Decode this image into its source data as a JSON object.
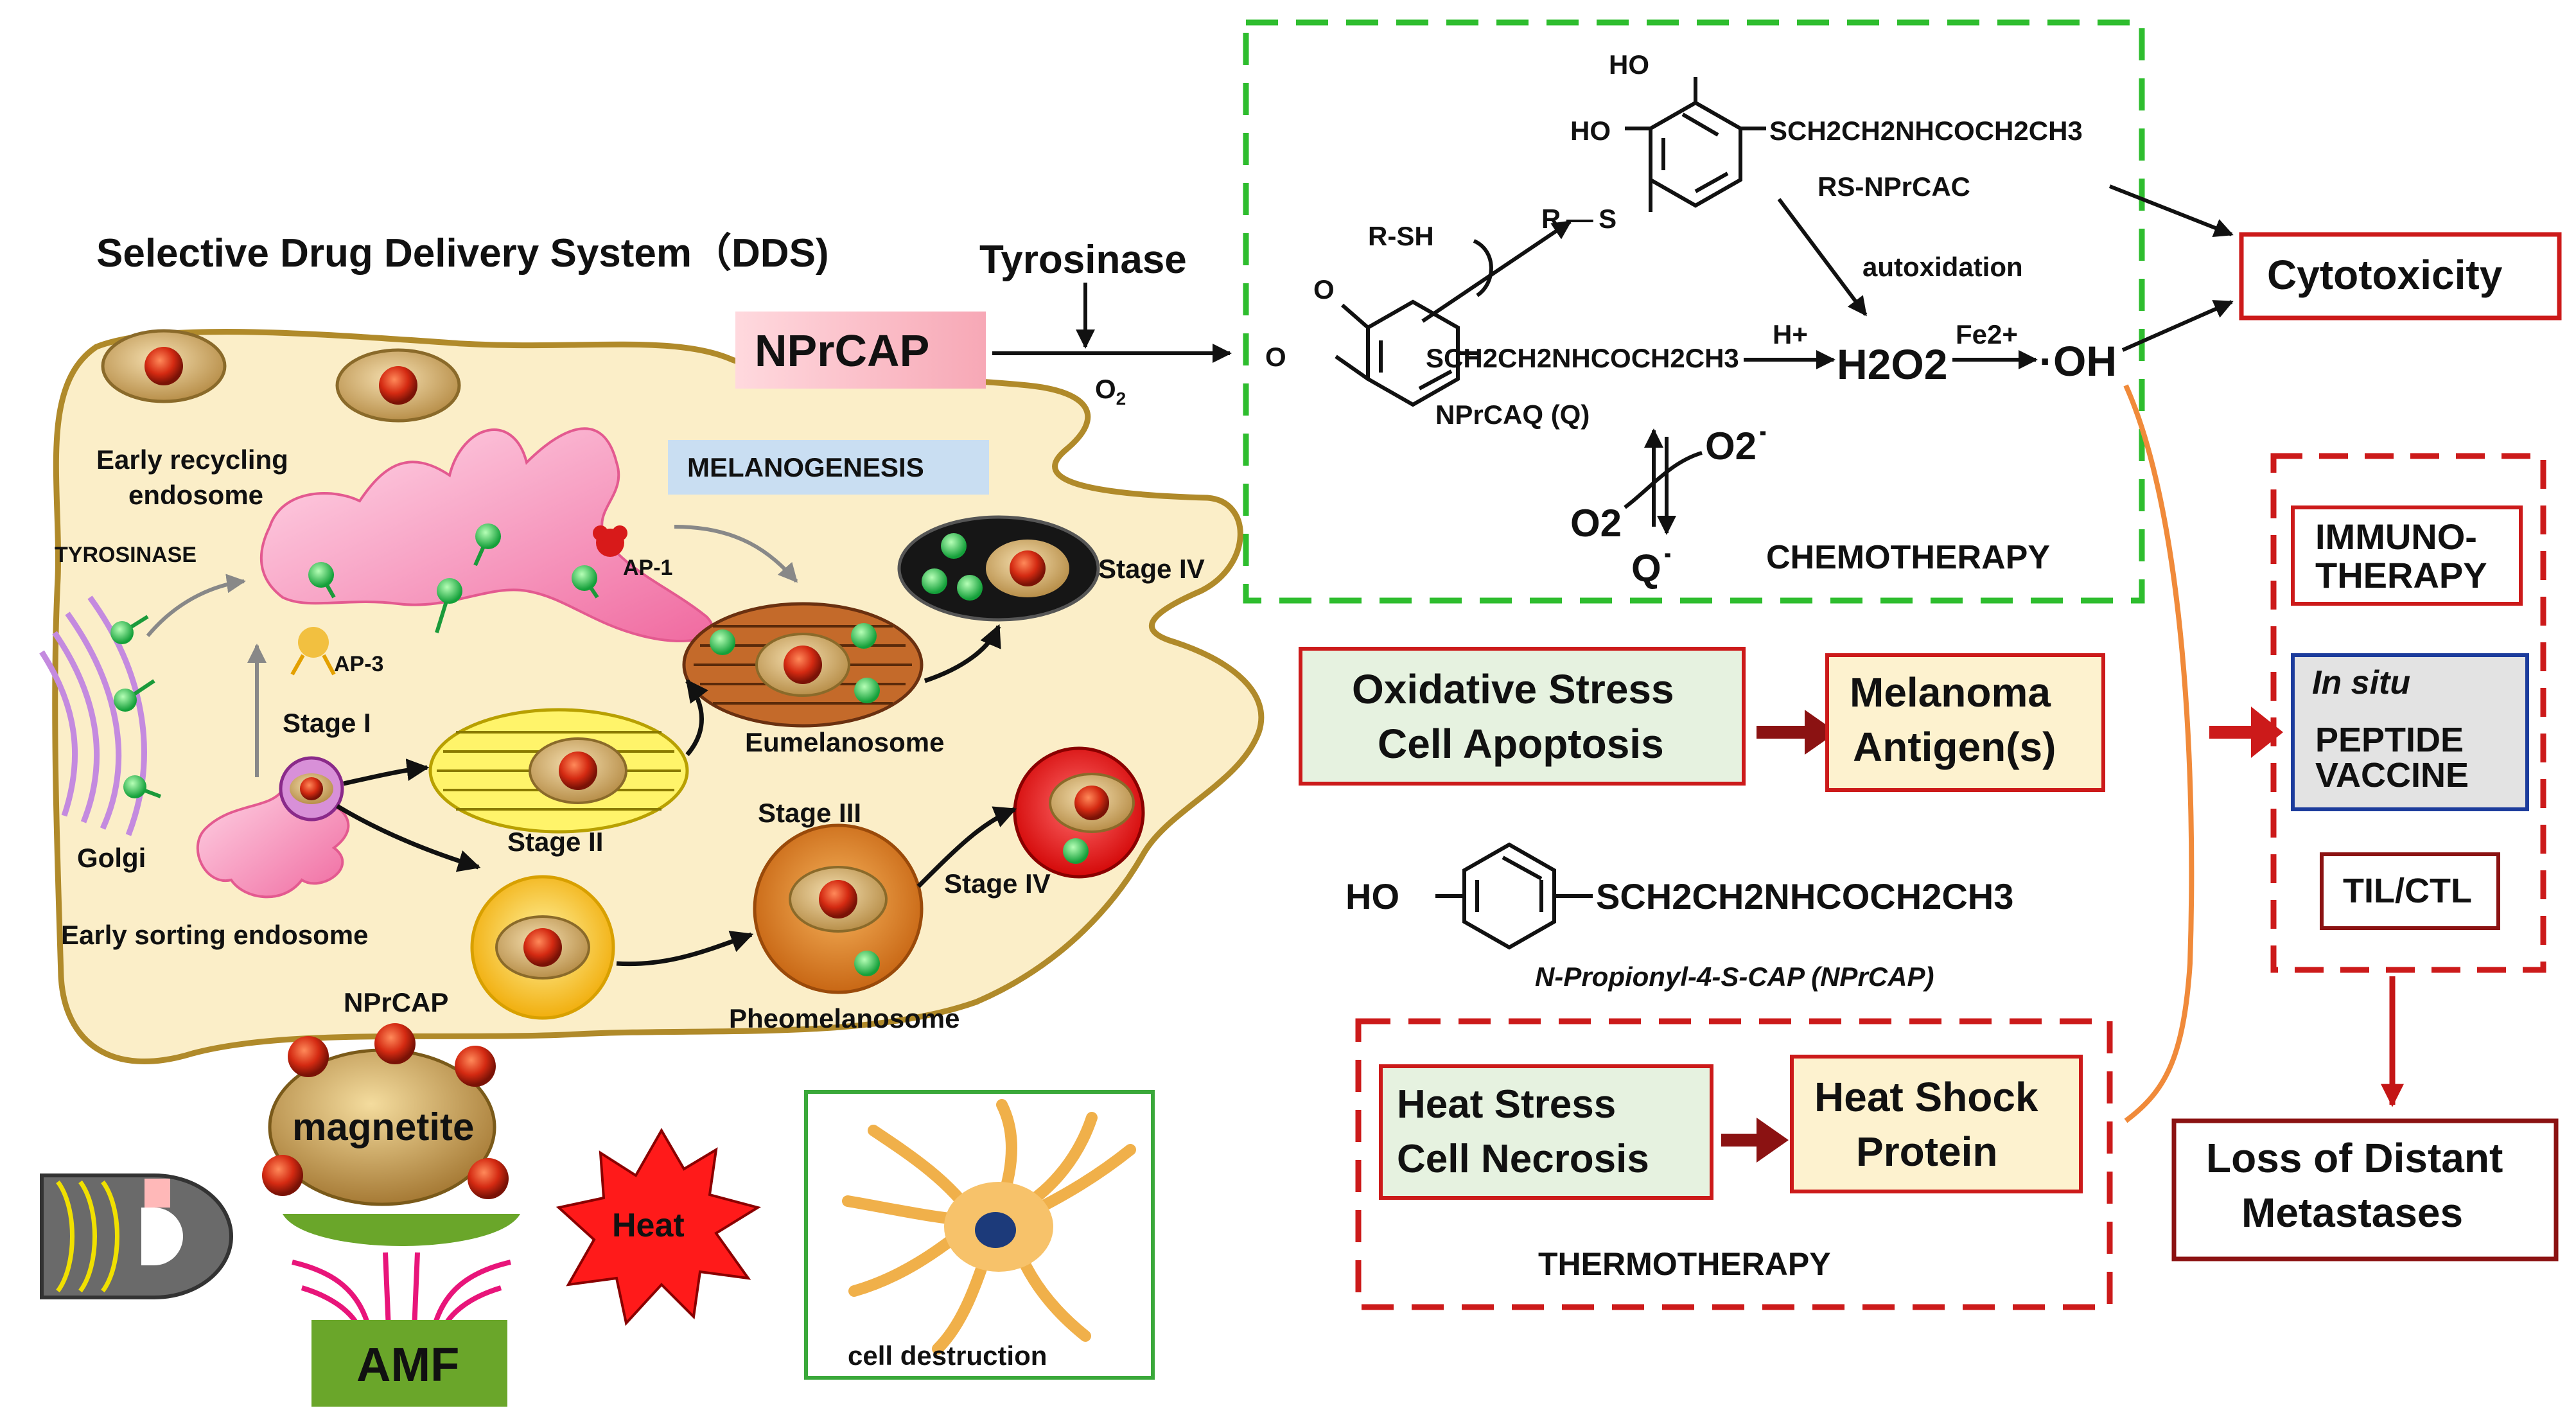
{
  "colors": {
    "dark_red": "#8b1212",
    "red": "#cc1a1a",
    "green_dash": "#2ebd2e",
    "cell_fill": "#fbeec8",
    "cell_border": "#b08a2a",
    "box_green_fill": "#e6f2e0",
    "box_yellow_fill": "#fdf2cf",
    "melanogenesis_fill": "#c9def2",
    "peptide_fill": "#e3e3e3",
    "peptide_border": "#1c3c9c"
  },
  "dds": {
    "title": "Selective Drug Delivery System（DDS)",
    "tyrosinase": "Tyrosinase",
    "nprcap": "NPrCAP",
    "o2": "O",
    "o2_sub": "2"
  },
  "cell": {
    "early_recycling_1": "Early recycling",
    "early_recycling_2": "endosome",
    "tyrosinase": "TYROSINASE",
    "melanogenesis": "MELANOGENESIS",
    "ap1": "AP-1",
    "ap3": "AP-3",
    "stage1": "Stage I",
    "stage2": "Stage II",
    "stage3": "Stage III",
    "stage4_top": "Stage IV",
    "stage4_bottom": "Stage IV",
    "eumelanosome": "Eumelanosome",
    "pheomelanosome": "Pheomelanosome",
    "golgi": "Golgi",
    "early_sorting": "Early sorting endosome"
  },
  "thermo": {
    "nprcap_label": "NPrCAP",
    "magnetite": "magnetite",
    "amf": "AMF",
    "heat": "Heat",
    "cell_destruction": "cell destruction"
  },
  "chemo": {
    "ho1": "HO",
    "ho2": "HO",
    "rs_sub": "SCH",
    "rsnprcac_sidechain": "SCH2CH2NHCOCH2CH3",
    "rs_nprcac": "RS-NPrCAC",
    "r_s": "R — S",
    "r_sh": "R-SH",
    "autoxidation": "autoxidation",
    "o_top": "O",
    "o_left": "O",
    "q_sidechain": "SCH2CH2NHCOCH2CH3",
    "nprcaq": "NPrCAQ (Q)",
    "h_plus": "H+",
    "h2o2": "H2O2",
    "fe2": "Fe2+",
    "oh": "·OH",
    "o2_minus": "O2˙",
    "o2": "O2",
    "q_minus": "Q˙",
    "chemotherapy": "CHEMOTHERAPY"
  },
  "middle": {
    "oxidative_1": "Oxidative Stress",
    "oxidative_2": "Cell Apoptosis",
    "melanoma_1": "Melanoma",
    "melanoma_2": "Antigen(s)",
    "ho": "HO",
    "nprcap_sidechain": "SCH2CH2NHCOCH2CH3",
    "nprcap_name": "N-Propionyl-4-S-CAP (NPrCAP)",
    "heat_stress_1": "Heat Stress",
    "heat_stress_2": "Cell Necrosis",
    "hsp_1": "Heat Shock",
    "hsp_2": "Protein",
    "thermotherapy": "THERMOTHERAPY"
  },
  "right": {
    "cytotoxicity": "Cytotoxicity",
    "immuno_1": "IMMUNO-",
    "immuno_2": "THERAPY",
    "in_situ": "In situ",
    "peptide": "PEPTIDE",
    "vaccine": "VACCINE",
    "til_ctl": "TIL/CTL",
    "loss_1": "Loss of Distant",
    "loss_2": "Metastases"
  }
}
